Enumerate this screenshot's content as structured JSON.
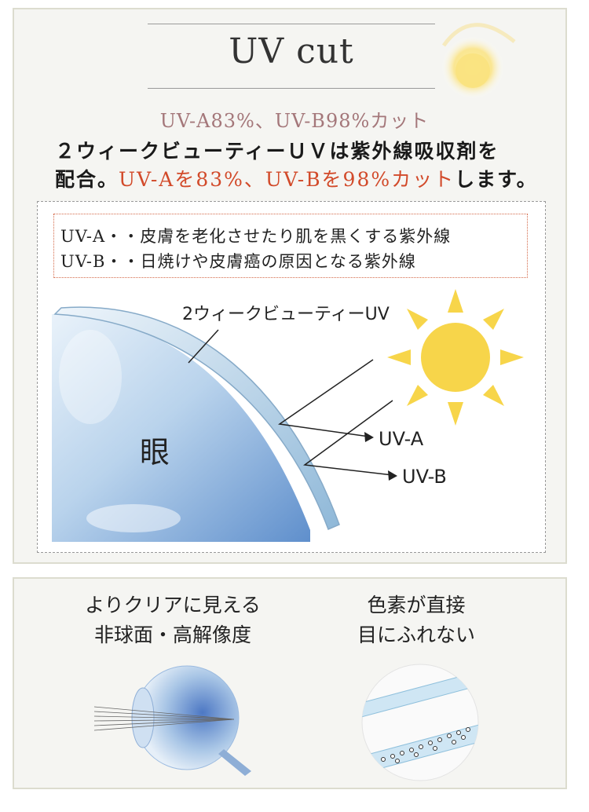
{
  "header": {
    "title": "UV cut",
    "subtitle": "UV-A83%、UV-B98%カット"
  },
  "description": {
    "line1": "２ウィークビューティーＵＶは紫外線吸収剤を",
    "line2_pre": "配合。",
    "line2_highlight": "UV-Aを83%、UV-Bを98%カット",
    "line2_post": "します。"
  },
  "definitions": [
    "UV-A・・皮膚を老化させたり肌を黒くする紫外線",
    "UV-B・・日焼けや皮膚癌の原因となる紫外線"
  ],
  "diagram": {
    "lens_label": "2ウィークビューティーUV",
    "eye_label": "眼",
    "uva_label": "UV-A",
    "uvb_label": "UV-B"
  },
  "features": [
    {
      "line1": "よりクリアに見える",
      "line2": "非球面・高解像度"
    },
    {
      "line1": "色素が直接",
      "line2": "目にふれない"
    }
  ],
  "colors": {
    "accent": "#d24a2a",
    "subtitle": "#a4777a",
    "sun": "#f7d54a",
    "lens": "#8fb8d8"
  }
}
